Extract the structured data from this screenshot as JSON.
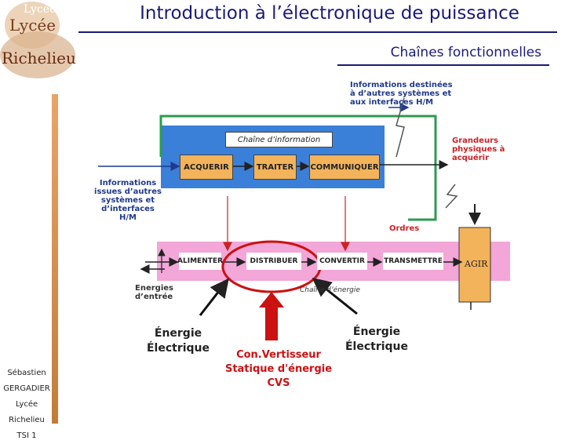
{
  "header": {
    "title": "Introduction à l’électronique de puissance",
    "subtitle": "Chaînes fonctionnelles"
  },
  "logo": {
    "line1": "Lycée",
    "line2": "Lycée",
    "line3": "Richelieu"
  },
  "author": [
    "Sébastien",
    "GERGADIER",
    "Lycée Richelieu",
    "TSI 1"
  ],
  "diagram": {
    "info_chain_title": "Chaîne d’information",
    "info_blocks": [
      "ACQUERIR",
      "TRAITER",
      "COMMUNIQUER"
    ],
    "info_out": "Informations destinées à d’autres systèmes et aux interfaces H/M",
    "grandeurs": "Grandeurs physiques à acquérir",
    "info_in": "Informations issues d’autres systèmes et d’interfaces H/M",
    "ordres": "Ordres",
    "energy_blocks": [
      "ALIMENTER",
      "DISTRIBUER",
      "CONVERTIR",
      "TRANSMETTRE"
    ],
    "agir": "AGIR",
    "energy_chain_title": "Chaîne d’énergie",
    "energy_in": "Energies d’entrée"
  },
  "annotations": {
    "left_energy": "Énergie Électrique",
    "right_energy": "Énergie Électrique",
    "cvs_text": "Con.Vertisseur Statique d'énergie CVS"
  },
  "colors": {
    "title": "#1a1a7a",
    "blue_panel": "#3a7fd8",
    "pink_panel": "#f3a6d8",
    "orange_block": "#f2b35a",
    "green_loop": "#2e9a50",
    "red_annotation": "#cc1111"
  }
}
